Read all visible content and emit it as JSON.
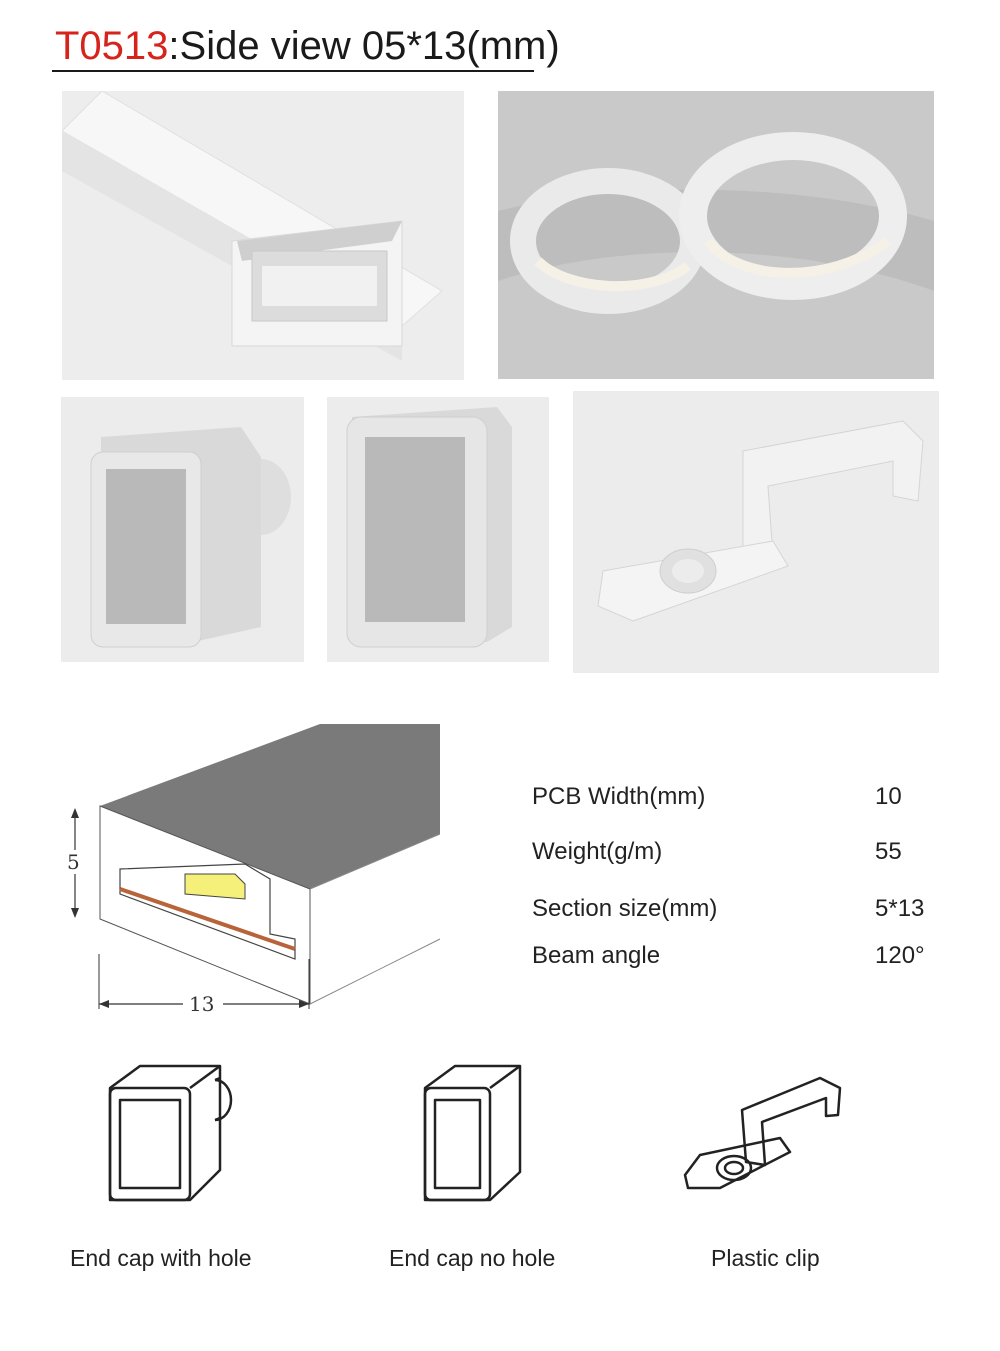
{
  "title": {
    "code": "T0513",
    "text": ":Side view 05*13(mm)"
  },
  "specs": [
    {
      "label": "PCB Width(mm)",
      "value": "10"
    },
    {
      "label": "Weight(g/m)",
      "value": "55"
    },
    {
      "label": "Section size(mm)",
      "value": "5*13"
    },
    {
      "label": "Beam angle",
      "value": "120°"
    }
  ],
  "diagram": {
    "height_label": "5",
    "width_label": "13"
  },
  "accessories": [
    {
      "label": "End cap with hole",
      "icon": "end-cap-with-hole-icon"
    },
    {
      "label": "End cap no hole",
      "icon": "end-cap-no-hole-icon"
    },
    {
      "label": "Plastic clip",
      "icon": "plastic-clip-icon"
    }
  ],
  "colors": {
    "accent": "#d6231c",
    "led_chip": "#f5f07a",
    "pcb": "#b8643a"
  }
}
